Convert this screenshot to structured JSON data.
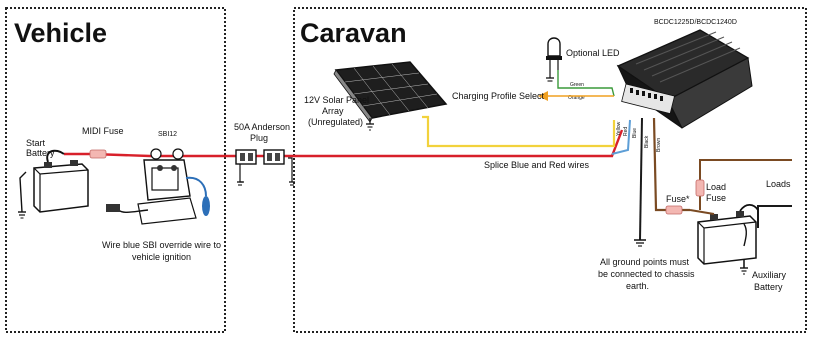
{
  "sections": {
    "vehicle": "Vehicle",
    "caravan": "Caravan"
  },
  "labels": {
    "start_battery_1": "Start",
    "start_battery_2": "Battery",
    "midi_fuse": "MIDI Fuse",
    "sbi12": "SBI12",
    "override_1": "Wire blue SBI override wire to",
    "override_2": "vehicle ignition",
    "anderson_1": "50A Anderson",
    "anderson_2": "Plug",
    "solar_1": "12V Solar Panel",
    "solar_2": "Array",
    "solar_3": "(Unregulated)",
    "optional_led": "Optional LED",
    "green": "Green",
    "orange": "Orange",
    "charging_profile": "Charging Profile Select",
    "model": "BCDC1225D/BCDC1240D",
    "wire_yellow": "Yellow",
    "wire_red": "Red",
    "wire_blue": "Blue",
    "wire_black": "Black",
    "wire_brown": "Brown",
    "splice": "Splice Blue and Red wires",
    "fuse_star": "Fuse*",
    "load_fuse_1": "Load",
    "load_fuse_2": "Fuse",
    "loads": "Loads",
    "ground_1": "All ground points must",
    "ground_2": "be connected to chassis",
    "ground_3": "earth.",
    "aux_1": "Auxiliary",
    "aux_2": "Battery"
  },
  "colors": {
    "red_wire": "#d8202a",
    "yellow_wire": "#f2d23c",
    "blue_wire": "#5d9ed6",
    "black_wire": "#1a1a1a",
    "brown_wire": "#7a4a22",
    "orange_arrow": "#f0a020",
    "fuse_pink": "#f3b7b2",
    "sbi_override_blue": "#2c6fb8"
  }
}
